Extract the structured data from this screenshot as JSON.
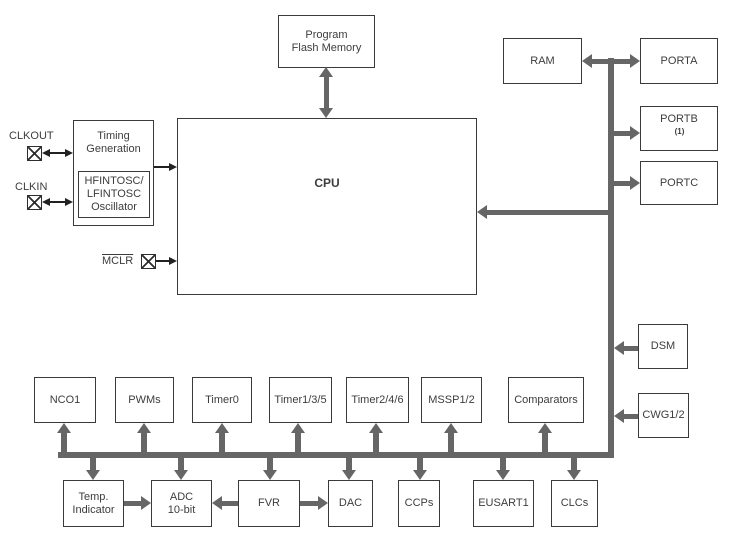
{
  "blocks": {
    "program_flash": {
      "lines": [
        "Program",
        "Flash Memory"
      ]
    },
    "cpu": {
      "label": "CPU"
    },
    "ram": {
      "label": "RAM"
    },
    "porta": {
      "label": "PORTA"
    },
    "portb": {
      "label": "PORTB",
      "superscript": "(1)"
    },
    "portc": {
      "label": "PORTC"
    },
    "timing": {
      "lines": [
        "Timing",
        "Generation"
      ]
    },
    "oscillator": {
      "lines": [
        "HFINTOSC/",
        "LFINTOSC",
        "Oscillator"
      ]
    },
    "dsm": {
      "label": "DSM"
    },
    "cwg": {
      "label": "CWG1/2"
    },
    "nco1": {
      "label": "NCO1"
    },
    "pwms": {
      "label": "PWMs"
    },
    "timer0": {
      "label": "Timer0"
    },
    "timer135": {
      "label": "Timer1/3/5"
    },
    "timer246": {
      "label": "Timer2/4/6"
    },
    "mssp": {
      "label": "MSSP1/2"
    },
    "comparators": {
      "label": "Comparators"
    },
    "temp_indicator": {
      "lines": [
        "Temp.",
        "Indicator"
      ]
    },
    "adc": {
      "lines": [
        "ADC",
        "10-bit"
      ]
    },
    "fvr": {
      "label": "FVR"
    },
    "dac": {
      "label": "DAC"
    },
    "ccps": {
      "label": "CCPs"
    },
    "eusart1": {
      "label": "EUSART1"
    },
    "clcs": {
      "label": "CLCs"
    }
  },
  "pins": {
    "clkout": {
      "label": "CLKOUT"
    },
    "clkin": {
      "label": "CLKIN"
    },
    "mclr": {
      "label": "MCLR"
    }
  },
  "colors": {
    "bus_gray": "#666666",
    "thin_arrow_black": "#222222",
    "box_border": "#3a3a3a",
    "text": "#3d3d3d",
    "background": "#ffffff"
  }
}
